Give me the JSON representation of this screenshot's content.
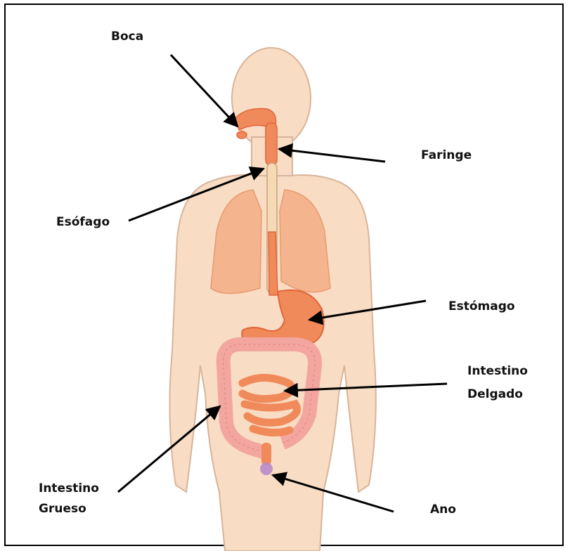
{
  "labels": {
    "boca": "Boca",
    "faringe": "Faringe",
    "esofago": "Esófago",
    "estomago": "Estómago",
    "intestino_delgado_1": "Intestino",
    "intestino_delgado_2": "Delgado",
    "intestino_grueso_1": "Intestino",
    "intestino_grueso_2": "Grueso",
    "ano": "Ano"
  },
  "colors": {
    "skin": "#f8dcc4",
    "skin_outline": "#d9b49a",
    "organ": "#f08a5a",
    "organ_dark": "#e0663a",
    "lung": "#f4b48e",
    "colon": "#f3a6a0",
    "anus": "#b98acb",
    "arrow": "#000000"
  }
}
